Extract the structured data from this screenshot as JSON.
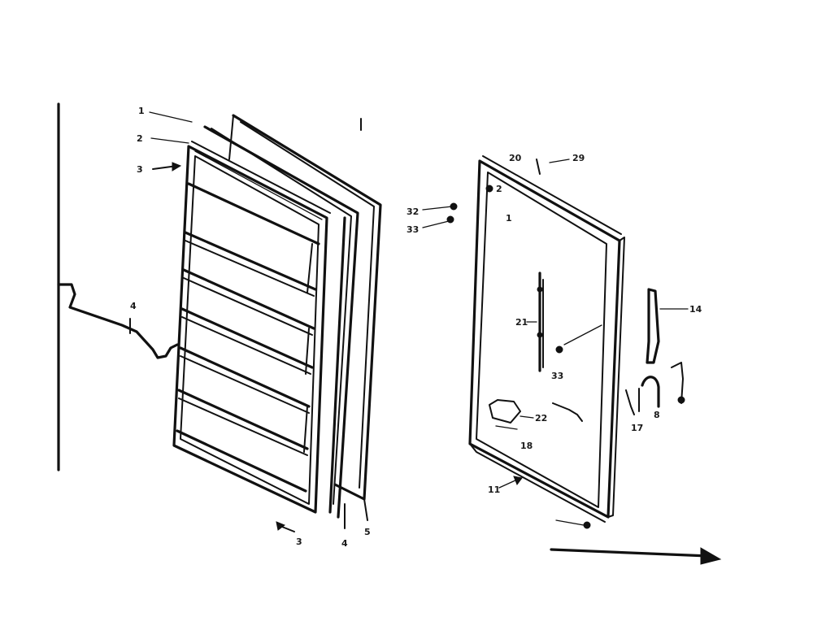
{
  "labels": {
    "l_top1": "1",
    "l_top2": "2",
    "l_top3": "3",
    "l_wire": "4",
    "l_bottom3": "3",
    "l_bottom4": "4",
    "l_bottom5": "5",
    "r_20": "20",
    "r_29": "29",
    "r_2": "2",
    "r_1": "1",
    "r_32": "32",
    "r_33": "33",
    "r_21": "21",
    "r_33b": "33",
    "r_14": "14",
    "r_22": "22",
    "r_18": "18",
    "r_11": "11",
    "r_17": "17",
    "r_8": "8"
  }
}
